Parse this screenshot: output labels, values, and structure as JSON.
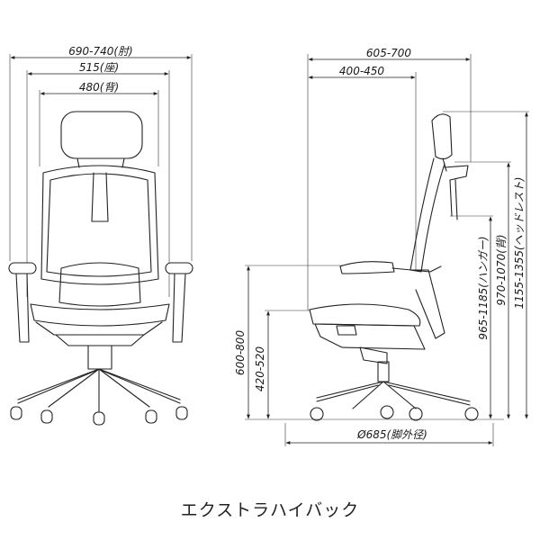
{
  "front_view": {
    "width_armrest": "690-740(肘)",
    "width_seat": "515(座)",
    "width_back": "480(背)"
  },
  "side_view": {
    "depth_overall": "605-700",
    "depth_seat": "400-450",
    "height_seat": "420-520",
    "height_arm": "600-800",
    "height_hanger": "965-1185(ハンガー)",
    "height_back": "970-1070(背)",
    "height_headrest": "1155-1355(ヘッドレスト)",
    "base_diameter": "Ø685(脚外径)"
  },
  "caption": "エクストラハイバック"
}
